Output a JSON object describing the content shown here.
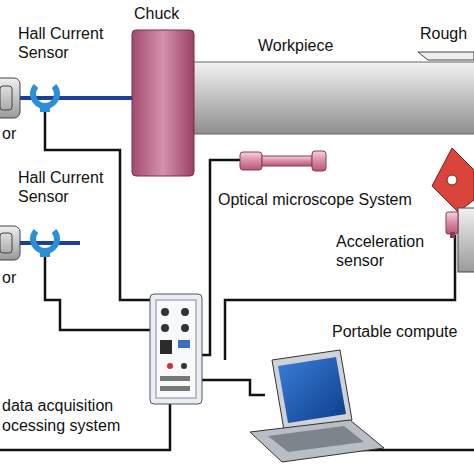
{
  "diagram": {
    "labels": [
      "Chuck",
      "Workpiece",
      "Rough",
      "Hall Current Sensor",
      "or",
      "Hall Current Sensor",
      "or",
      "Optical microscope System",
      "Acceleration sensor",
      "Portable compute",
      "data acquisition",
      "ocessing system"
    ]
  }
}
